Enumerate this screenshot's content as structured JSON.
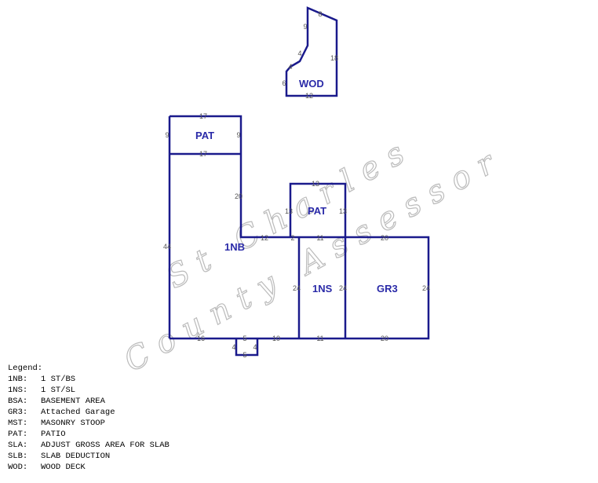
{
  "watermark": {
    "line1": "St Charles",
    "line2": "County Assessor"
  },
  "areas": {
    "pat1": "PAT",
    "pat2": "PAT",
    "nb": "1NB",
    "ns": "1NS",
    "gr3": "GR3",
    "wod": "WOD"
  },
  "dims": {
    "pat1_top": "17",
    "pat1_bottom": "17",
    "pat1_left": "9",
    "pat1_right": "9",
    "nb_right": "20",
    "nb_left": "44",
    "nb_mid": "12",
    "nb_step": "2",
    "nb_bottom_left": "16",
    "nb_bottom_right": "10",
    "pat2_top": "13",
    "pat2_left": "13",
    "pat2_right": "13",
    "ns_top": "11",
    "ns_left": "24",
    "ns_right": "24",
    "ns_bottom": "11",
    "gr3_top": "20",
    "gr3_right": "24",
    "gr3_bottom": "20",
    "stoop_top": "5",
    "stoop_bottom": "5",
    "stoop_left": "4",
    "stoop_right": "4",
    "wod_top": "8",
    "wod_upper_left": "9",
    "wod_diag1": "4",
    "wod_diag2": "4",
    "wod_left": "6",
    "wod_bottom": "12",
    "wod_right": "18"
  },
  "legend": {
    "title": "Legend:",
    "items": [
      {
        "code": "1NB:",
        "desc": "1 ST/BS"
      },
      {
        "code": "1NS:",
        "desc": "1 ST/SL"
      },
      {
        "code": "BSA:",
        "desc": "BASEMENT AREA"
      },
      {
        "code": "GR3:",
        "desc": "Attached Garage"
      },
      {
        "code": "MST:",
        "desc": "MASONRY STOOP"
      },
      {
        "code": "PAT:",
        "desc": "PATIO"
      },
      {
        "code": "SLA:",
        "desc": "ADJUST GROSS AREA FOR SLAB"
      },
      {
        "code": "SLB:",
        "desc": "SLAB DEDUCTION"
      },
      {
        "code": "WOD:",
        "desc": "WOOD DECK"
      }
    ]
  }
}
